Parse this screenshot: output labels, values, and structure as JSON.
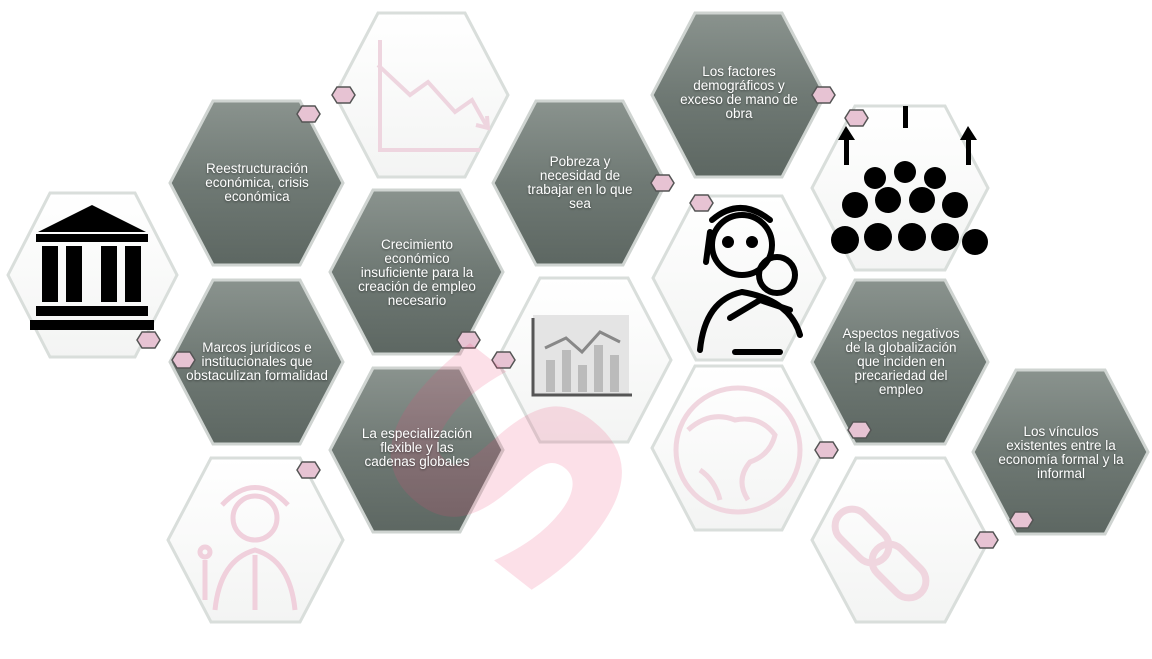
{
  "hexagons": [
    {
      "id": "reestructuracion",
      "text": "Reestructuración económica, crisis económica"
    },
    {
      "id": "crecimiento",
      "text": "Crecimiento económico insuficiente para la creación de empleo necesario"
    },
    {
      "id": "pobreza",
      "text": "Pobreza y necesidad de trabajar en lo que sea"
    },
    {
      "id": "factores",
      "text": "Los factores demográficos y exceso de mano de obra"
    },
    {
      "id": "marcos",
      "text": "Marcos jurídicos e institucionales que obstaculizan formalidad"
    },
    {
      "id": "especializacion",
      "text": "La especialización flexible y las cadenas globales"
    },
    {
      "id": "aspectos",
      "text": "Aspectos negativos de la globalización que inciden en precariedad del empleo"
    },
    {
      "id": "vinculos",
      "text": "Los vínculos existentes entre la economía formal y la informal"
    }
  ],
  "icons": [
    "bank-icon",
    "declining-chart-icon",
    "parent-with-baby-icon",
    "crowd-arrows-icon",
    "bar-chart-icon",
    "globe-icon",
    "worker-icon",
    "chain-link-icon"
  ],
  "colors": {
    "hex_fill": "#6e7873",
    "hex_border": "#d9dedb",
    "badge": "#e7c3d3"
  }
}
